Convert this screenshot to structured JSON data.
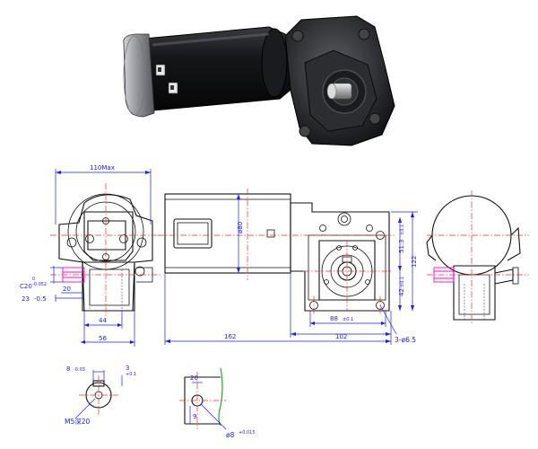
{
  "labels": {
    "width_overall": "110Max",
    "motor_diameter": "ø80",
    "total_length": "162",
    "gear_length": "102",
    "height_122": "122",
    "height_51": "51.3",
    "tol_51": "±0.1",
    "dim_42": "42",
    "tol_42": "±0.1",
    "dim_88": "88",
    "tol_88": "±0.1",
    "holes": "3-ø6.5",
    "shaft_c20": "C20",
    "shaft_c20_tol_hi": "0",
    "shaft_c20_tol_lo": "-0.052",
    "dim_23": "23",
    "tol_23": "-0.5",
    "dim_20_side": "20",
    "dim_44": "44",
    "dim_56": "56",
    "key_width": "8",
    "key_width_tol": "-0.03",
    "key_depth": "3",
    "key_depth_tol": "+0.1",
    "thread": "M5深20",
    "detail_20": "20",
    "detail_9": "9",
    "detail_dia8": "ø8",
    "detail_dia8_tol": "+0.015"
  },
  "colors": {
    "dimension": "#1a1aff",
    "centerline": "#ff2a2a",
    "outline": "#111111",
    "shaft_highlight": "#ff00cc",
    "detail_green": "#22aa22"
  }
}
